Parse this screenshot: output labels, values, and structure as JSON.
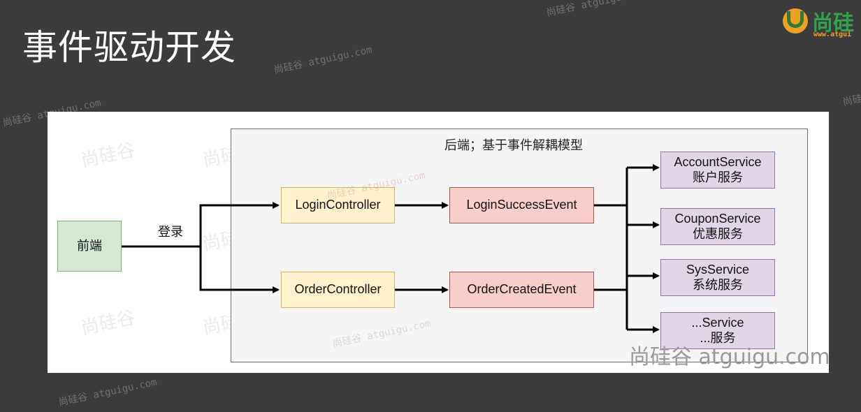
{
  "slide": {
    "title": "事件驱动开发"
  },
  "logo": {
    "text": "尚硅",
    "url": "www.atgui"
  },
  "watermarks": [
    "尚硅谷 atguigu.com",
    "尚硅谷 atguigu.com",
    "尚硅谷 atguigu.com",
    "尚硅谷 atguigu.com",
    "尚硅谷 atguigu.com",
    "尚硅谷 atguigu.com",
    "尚硅"
  ],
  "diagram": {
    "backend_label": "后端；基于事件解耦模型",
    "frontend": "前端",
    "edge_label": "登录",
    "controllers": [
      "LoginController",
      "OrderController"
    ],
    "events": [
      "LoginSuccessEvent",
      "OrderCreatedEvent"
    ],
    "services": [
      {
        "name": "AccountService",
        "desc": "账户服务"
      },
      {
        "name": "CouponService",
        "desc": "优惠服务"
      },
      {
        "name": "SysService",
        "desc": "系统服务"
      },
      {
        "name": "...Service",
        "desc": "...服务"
      }
    ],
    "footer_watermark": "尚硅谷 atguigu.com",
    "colors": {
      "frontend_fill": "#d5e8d4",
      "controller_fill": "#fff2cc",
      "event_fill": "#f8cecc",
      "service_fill": "#e1d5e7"
    }
  }
}
